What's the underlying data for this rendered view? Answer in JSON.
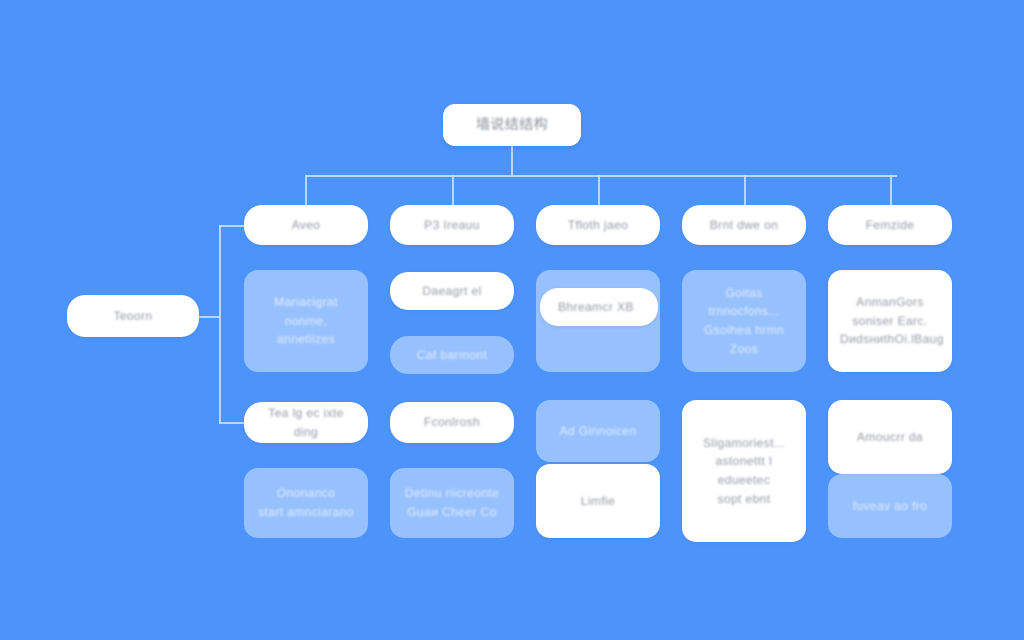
{
  "diagram": {
    "title": "墙说结结构",
    "background_color": "#4d94fa",
    "card_white_color": "#ffffff",
    "card_tint_color": "#a8cef8",
    "line_color": "#cfe2fd",
    "text_gray": "#8a8f98",
    "text_light": "#eaf2ff",
    "root": {
      "label": "墙说结结构"
    },
    "side_node": {
      "label": "Teoorn"
    },
    "columns": [
      {
        "header": {
          "label": "Aveo"
        },
        "cards": [
          {
            "label": "Mariacigrat nonme,\nannetiizes",
            "style": "tint"
          },
          {
            "label": "Tea lg ec ixte ding",
            "style": "white"
          },
          {
            "label": "Ononanco\nstart amnciarano",
            "style": "tint"
          }
        ]
      },
      {
        "header": {
          "label": "P3 Ireauu"
        },
        "cards": [
          {
            "label": "Daeagrt el",
            "style": "white"
          },
          {
            "label": "Caf barmont",
            "style": "tint"
          },
          {
            "label": "Fconlrosh",
            "style": "white"
          },
          {
            "label": "Detinu riicreonte\nGuaи Cheer Co",
            "style": "tint"
          }
        ]
      },
      {
        "header": {
          "label": "Tfloth jaeo"
        },
        "cards": [
          {
            "label": "Bhreamcr XB",
            "style": "white-on-tint"
          },
          {
            "label": "Ad Ginnoicen",
            "style": "tint"
          },
          {
            "label": "Limfie",
            "style": "white"
          }
        ]
      },
      {
        "header": {
          "label": "Brnt dwe on"
        },
        "cards": [
          {
            "label": "Goitas trnnocfons...\nGsoihea hrmn Zoos",
            "style": "tint"
          },
          {
            "label": "Sligamoriest...\nastonettt I edueeteс\nsopt ebnt",
            "style": "white"
          }
        ]
      },
      {
        "header": {
          "label": "Femzide"
        },
        "cards": [
          {
            "label": "AnmanGors soniser Earc.\nDиdsниthOi.lBaug",
            "style": "white"
          },
          {
            "label": "Amoucrr da",
            "style": "white"
          },
          {
            "label": "fuveav ao fro",
            "style": "tint"
          }
        ]
      }
    ]
  }
}
